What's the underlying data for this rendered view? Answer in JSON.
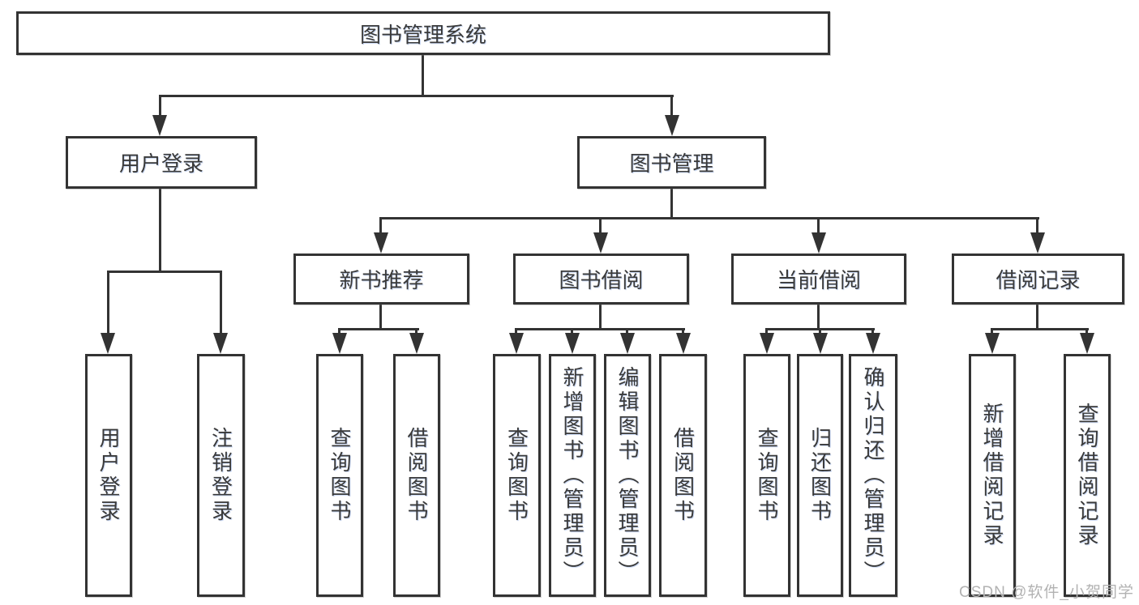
{
  "diagram_title": "图书管理系统",
  "tree": {
    "root": "图书管理系统",
    "branches": [
      {
        "label": "用户登录",
        "children": [
          "用户登录",
          "注销登录"
        ]
      },
      {
        "label": "图书管理",
        "groups": [
          {
            "label": "新书推荐",
            "children": [
              "查询图书",
              "借阅图书"
            ]
          },
          {
            "label": "图书借阅",
            "children": [
              "查询图书",
              "新增图书（管理员）",
              "编辑图书（管理员）",
              "借阅图书"
            ]
          },
          {
            "label": "当前借阅",
            "children": [
              "查询图书",
              "归还图书",
              "确认归还（管理员）"
            ]
          },
          {
            "label": "借阅记录",
            "children": [
              "新增借阅记录",
              "查询借阅记录"
            ]
          }
        ]
      }
    ]
  },
  "watermark": "CSDN @软件_小贺同学",
  "colors": {
    "line": "#333333",
    "box_fill": "#ffffff",
    "text": "#3a3a3a",
    "watermark": "#b2b2b2"
  }
}
